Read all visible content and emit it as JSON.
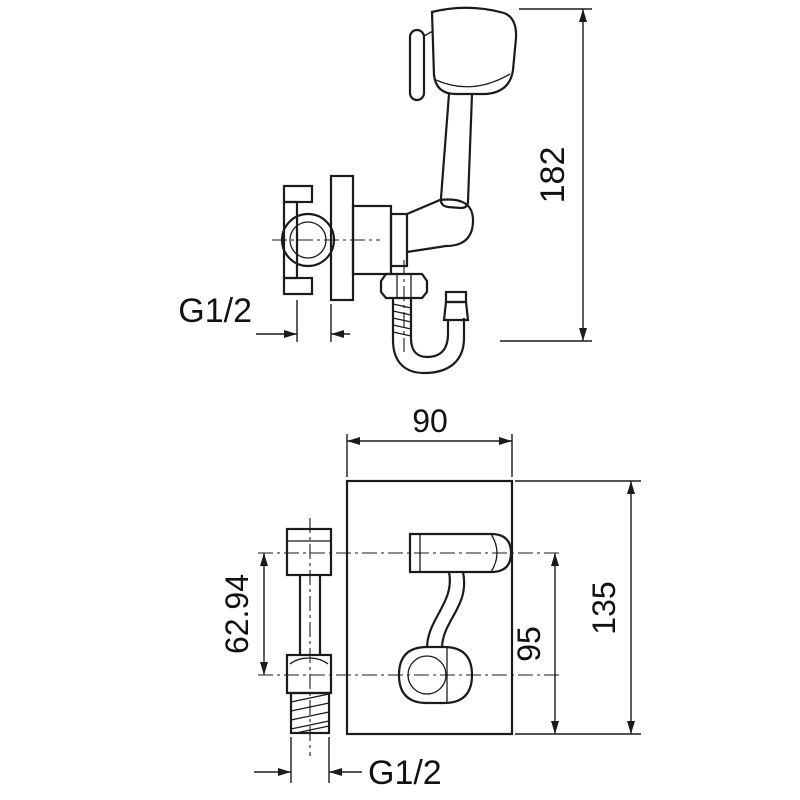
{
  "canvas": {
    "background": "#ffffff",
    "line_color": "#1b1b1b",
    "text_color": "#111111"
  },
  "views": {
    "side": {
      "height_dim": "182",
      "thread_dim": "G1/2"
    },
    "front": {
      "width_dim": "90",
      "holder_to_base_dim": "95",
      "height_dim": "135",
      "port_spacing_dim": "62.94",
      "thread_dim": "G1/2"
    }
  }
}
